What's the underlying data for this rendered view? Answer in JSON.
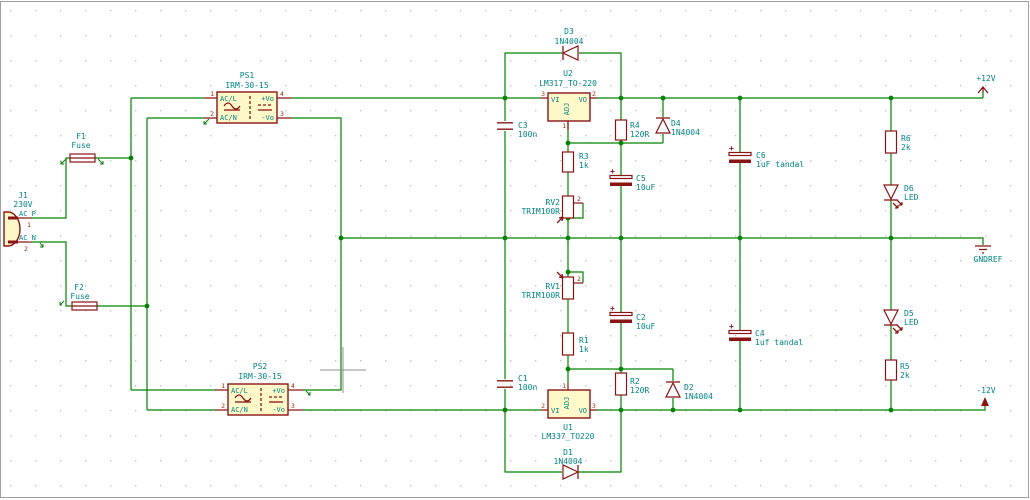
{
  "schematic": {
    "power": {
      "p12": "+12V",
      "n12": "-12V",
      "gnd": "GNDREF"
    },
    "ps_pins": {
      "ac_l": "AC/L",
      "ac_n": "AC/N",
      "pvo": "+Vo",
      "nvo": "-Vo",
      "n1": "1",
      "n2": "2",
      "n3": "3",
      "n4": "4"
    },
    "reg_pins": {
      "vi": "VI",
      "vo": "VO",
      "adj": "ADJ"
    },
    "components": {
      "j1": {
        "ref": "J1",
        "value": "230V",
        "pin1_name": "AC_P",
        "pin1_num": "1",
        "pin2_name": "AC_N",
        "pin2_num": "2"
      },
      "f1": {
        "ref": "F1",
        "value": "Fuse"
      },
      "f2": {
        "ref": "F2",
        "value": "Fuse"
      },
      "ps1": {
        "ref": "PS1",
        "value": "IRM-30-15"
      },
      "ps2": {
        "ref": "PS2",
        "value": "IRM-30-15"
      },
      "u2": {
        "ref": "U2",
        "value": "LM317_TO-220",
        "vi_num": "3",
        "vo_num": "2",
        "adj_num": "1"
      },
      "u1": {
        "ref": "U1",
        "value": "LM337_TO220",
        "vi_num": "2",
        "vo_num": "3",
        "adj_num": "1"
      },
      "d1": {
        "ref": "D1",
        "value": "1N4004"
      },
      "d2": {
        "ref": "D2",
        "value": "1N4004"
      },
      "d3": {
        "ref": "D3",
        "value": "1N4004"
      },
      "d4": {
        "ref": "D4",
        "value": "1N4004"
      },
      "d5": {
        "ref": "D5",
        "value": "LED"
      },
      "d6": {
        "ref": "D6",
        "value": "LED"
      },
      "r1": {
        "ref": "R1",
        "value": "1k"
      },
      "r2": {
        "ref": "R2",
        "value": "120R"
      },
      "r3": {
        "ref": "R3",
        "value": "1k"
      },
      "r4": {
        "ref": "R4",
        "value": "120R"
      },
      "r5": {
        "ref": "R5",
        "value": "2k"
      },
      "r6": {
        "ref": "R6",
        "value": "2k"
      },
      "rv1": {
        "ref": "RV1",
        "value": "TRIM100R",
        "pin2_num": "2"
      },
      "rv2": {
        "ref": "RV2",
        "value": "TRIM100R",
        "pin2_num": "2"
      },
      "c1": {
        "ref": "C1",
        "value": "100n"
      },
      "c2": {
        "ref": "C2",
        "value": "10uF"
      },
      "c3": {
        "ref": "C3",
        "value": "100n"
      },
      "c4": {
        "ref": "C4",
        "value": "1uf tandal"
      },
      "c5": {
        "ref": "C5",
        "value": "10uF"
      },
      "c6": {
        "ref": "C6",
        "value": "1uF tandal"
      }
    },
    "colors": {
      "wire": "#008400",
      "symbol_outline": "#8a1414",
      "symbol_fill": "#fff9c9",
      "label_text": "#008484",
      "pin_number": "#9c2b00"
    }
  }
}
